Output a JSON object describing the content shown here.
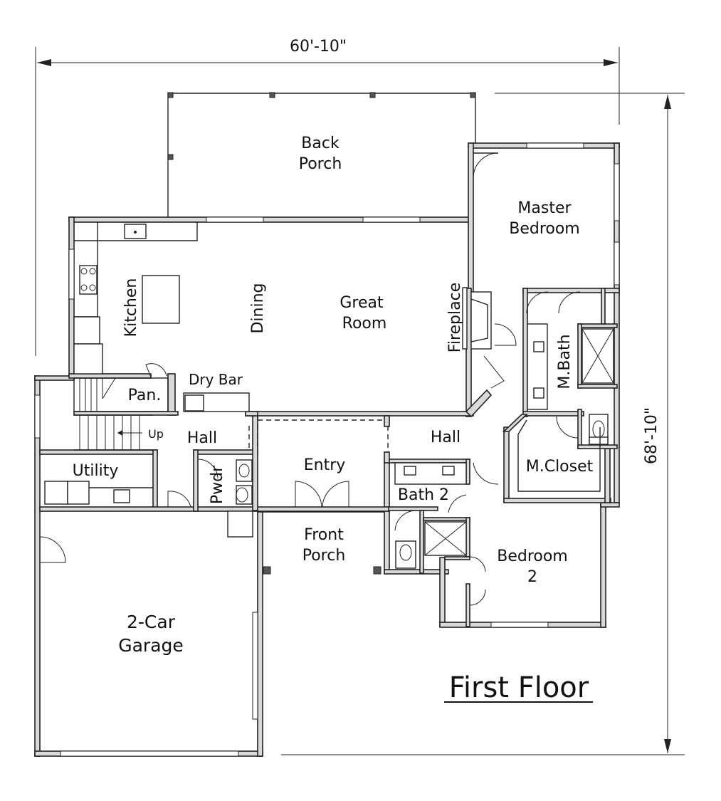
{
  "title": "First Floor",
  "dimensions": {
    "width": "60'-10\"",
    "depth": "68'-10\""
  },
  "rooms": {
    "back_porch": [
      "Back",
      "Porch"
    ],
    "master_bedroom": [
      "Master",
      "Bedroom"
    ],
    "kitchen": "Kitchen",
    "dining": "Dining",
    "great_room": [
      "Great",
      "Room"
    ],
    "fireplace": "Fireplace",
    "m_bath": "M.Bath",
    "dry_bar": "Dry Bar",
    "pantry": "Pan.",
    "up": "Up",
    "hall_left": "Hall",
    "hall_right": "Hall",
    "utility": "Utility",
    "powder": "Pwdr",
    "entry": "Entry",
    "m_closet": "M.Closet",
    "bath_2": "Bath 2",
    "front_porch": [
      "Front",
      "Porch"
    ],
    "bedroom_2": [
      "Bedroom",
      "2"
    ],
    "garage": [
      "2-Car",
      "Garage"
    ]
  }
}
